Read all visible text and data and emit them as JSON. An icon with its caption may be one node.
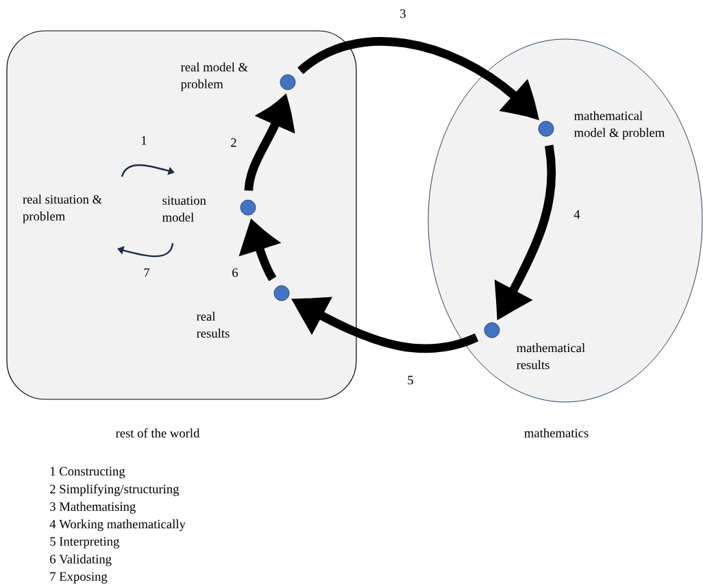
{
  "diagram": {
    "nodes": [
      {
        "text": [
          "rest of the world"
        ]
      },
      {
        "text": [
          "mathematics"
        ]
      },
      {
        "text": [
          "real situation & problem"
        ],
        "in": 0
      },
      {
        "text": [],
        "shape": "circle",
        "beside": [
          "situation model"
        ],
        "in": 0
      },
      {
        "text": [],
        "shape": "circle",
        "beside": [
          "real model & problem"
        ],
        "in": 0
      },
      {
        "text": [],
        "shape": "circle",
        "beside": [
          "mathematical model & problem"
        ],
        "in": 1
      },
      {
        "text": [],
        "shape": "circle",
        "beside": [
          "mathematical results"
        ],
        "in": 1
      },
      {
        "text": [],
        "shape": "circle",
        "beside": [
          "real results"
        ],
        "in": 0
      }
    ],
    "edges": [
      {
        "from": 2,
        "to": 3,
        "arrow": "to",
        "label": "1",
        "color": "#1c2b48"
      },
      {
        "from": 3,
        "to": 4,
        "arrow": "to",
        "label": "2"
      },
      {
        "from": 4,
        "to": 5,
        "arrow": "to",
        "label": "3"
      },
      {
        "from": 5,
        "to": 6,
        "arrow": "to",
        "label": "4"
      },
      {
        "from": 6,
        "to": 7,
        "arrow": "to",
        "label": "5"
      },
      {
        "from": 7,
        "to": 3,
        "arrow": "to",
        "label": "6"
      },
      {
        "from": 3,
        "to": 2,
        "arrow": "to",
        "label": "7",
        "color": "#1c2b48"
      }
    ],
    "labels": [
      "1 Constructing",
      "2 Simplifying/structuring",
      "3 Mathematising",
      "4 Working mathematically",
      "5 Interpreting",
      "6 Validating",
      "7 Exposing"
    ]
  }
}
